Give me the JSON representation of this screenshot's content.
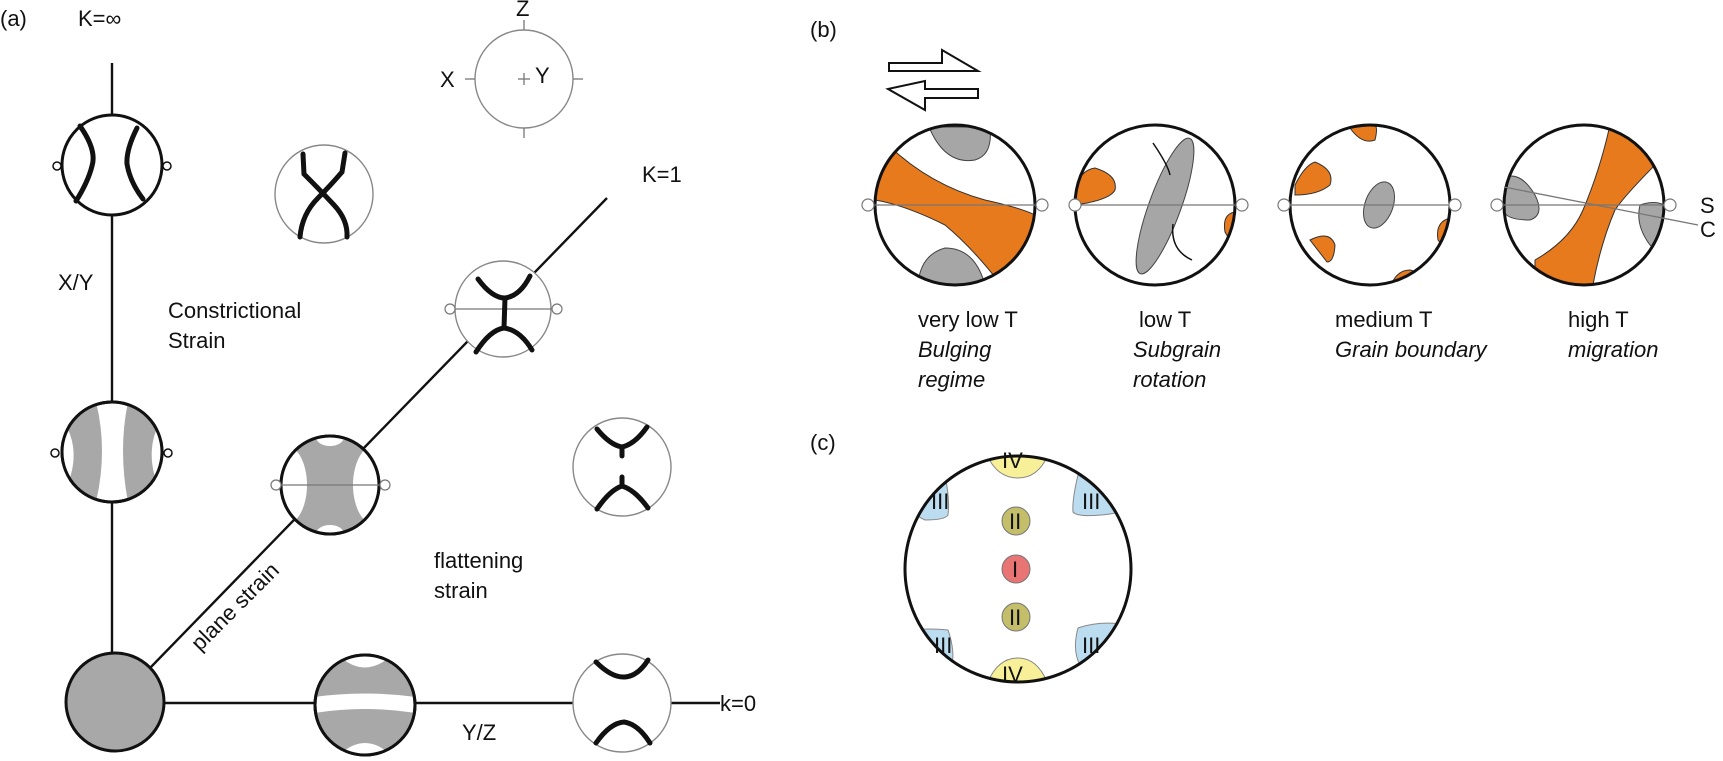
{
  "panel_a": {
    "label": "(a)",
    "k_infinity": "K=∞",
    "k_one": "K=1",
    "k_zero": "k=0",
    "xy_axis": "X/Y",
    "yz_axis": "Y/Z",
    "constrictional_line1": "Constrictional",
    "constrictional_line2": "Strain",
    "flattening_line1": "flattening",
    "flattening_line2": "strain",
    "plane_strain": "plane strain",
    "reference_axes": {
      "x": "X",
      "y": "Y",
      "z": "Z"
    }
  },
  "panel_b": {
    "label": "(b)",
    "shear_sense": "dextral",
    "stereonets": [
      {
        "temp": "very low T",
        "regime_line1": "Bulging",
        "regime_line2": "regime"
      },
      {
        "temp": "low T",
        "regime_line1": "Subgrain",
        "regime_line2": "rotation"
      },
      {
        "temp": "medium T",
        "regime_line1": "Grain boundary",
        "regime_line2": ""
      },
      {
        "temp": "high T",
        "regime_line1": "migration",
        "regime_line2": ""
      }
    ],
    "s_label": "S",
    "c_label": "C"
  },
  "panel_c": {
    "label": "(c)",
    "maxima": [
      {
        "name": "IV",
        "position": "top",
        "color": "#f8f098"
      },
      {
        "name": "III",
        "position": "upper-left",
        "color": "#bcdcf0"
      },
      {
        "name": "III",
        "position": "upper-right",
        "color": "#bcdcf0"
      },
      {
        "name": "II",
        "position": "upper-center",
        "color": "#c4be6a"
      },
      {
        "name": "I",
        "position": "center",
        "color": "#e87474"
      },
      {
        "name": "II",
        "position": "lower-center",
        "color": "#c4be6a"
      },
      {
        "name": "III",
        "position": "lower-left",
        "color": "#bcdcf0"
      },
      {
        "name": "III",
        "position": "lower-right",
        "color": "#bcdcf0"
      },
      {
        "name": "IV",
        "position": "bottom",
        "color": "#f8f098"
      }
    ]
  },
  "colors": {
    "orange": "#e67a1c",
    "gray": "#a8a8a8"
  }
}
